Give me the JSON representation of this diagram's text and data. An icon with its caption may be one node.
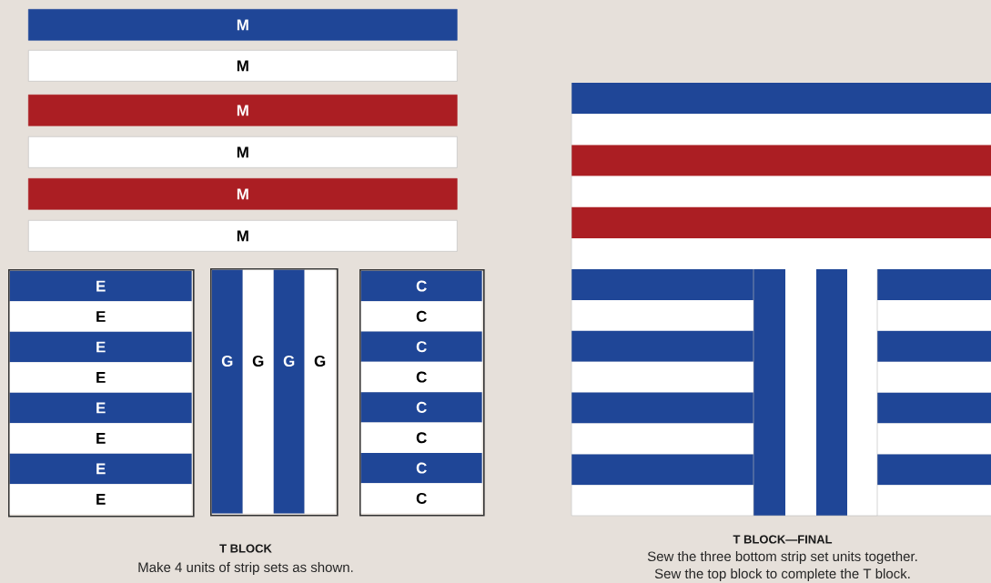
{
  "diagram": {
    "nodes": [
      {
        "text": [
          "M"
        ]
      },
      {
        "text": [
          "M"
        ]
      },
      {
        "text": [
          "M"
        ]
      },
      {
        "text": [
          "M"
        ]
      },
      {
        "text": [
          "M"
        ]
      },
      {
        "text": [
          "M"
        ]
      },
      {
        "text": [],
        "shape": "box"
      },
      {
        "text": [
          "E"
        ],
        "in": 6
      },
      {
        "text": [
          "E"
        ],
        "in": 6
      },
      {
        "text": [
          "E"
        ],
        "in": 6
      },
      {
        "text": [
          "E"
        ],
        "in": 6
      },
      {
        "text": [
          "E"
        ],
        "in": 6
      },
      {
        "text": [
          "E"
        ],
        "in": 6
      },
      {
        "text": [
          "E"
        ],
        "in": 6
      },
      {
        "text": [
          "E"
        ],
        "in": 6
      },
      {
        "text": [],
        "shape": "box"
      },
      {
        "text": [
          "G"
        ],
        "in": 15
      },
      {
        "text": [
          "G"
        ],
        "in": 15
      },
      {
        "text": [
          "G"
        ],
        "in": 15
      },
      {
        "text": [
          "G"
        ],
        "in": 15
      },
      {
        "text": [],
        "shape": "box"
      },
      {
        "text": [
          "C"
        ],
        "in": 20
      },
      {
        "text": [
          "C"
        ],
        "in": 20
      },
      {
        "text": [
          "C"
        ],
        "in": 20
      },
      {
        "text": [
          "C"
        ],
        "in": 20
      },
      {
        "text": [
          "C"
        ],
        "in": 20
      },
      {
        "text": [
          "C"
        ],
        "in": 20
      },
      {
        "text": [
          "C"
        ],
        "in": 20
      },
      {
        "text": [
          "C"
        ],
        "in": 20
      }
    ],
    "labels": [
      "T BLOCK",
      "Make 4 units of strip sets as shown.",
      "T BLOCK—FINAL",
      "Sew the three bottom strip set units together.",
      "Sew the top block to complete the T block."
    ]
  }
}
